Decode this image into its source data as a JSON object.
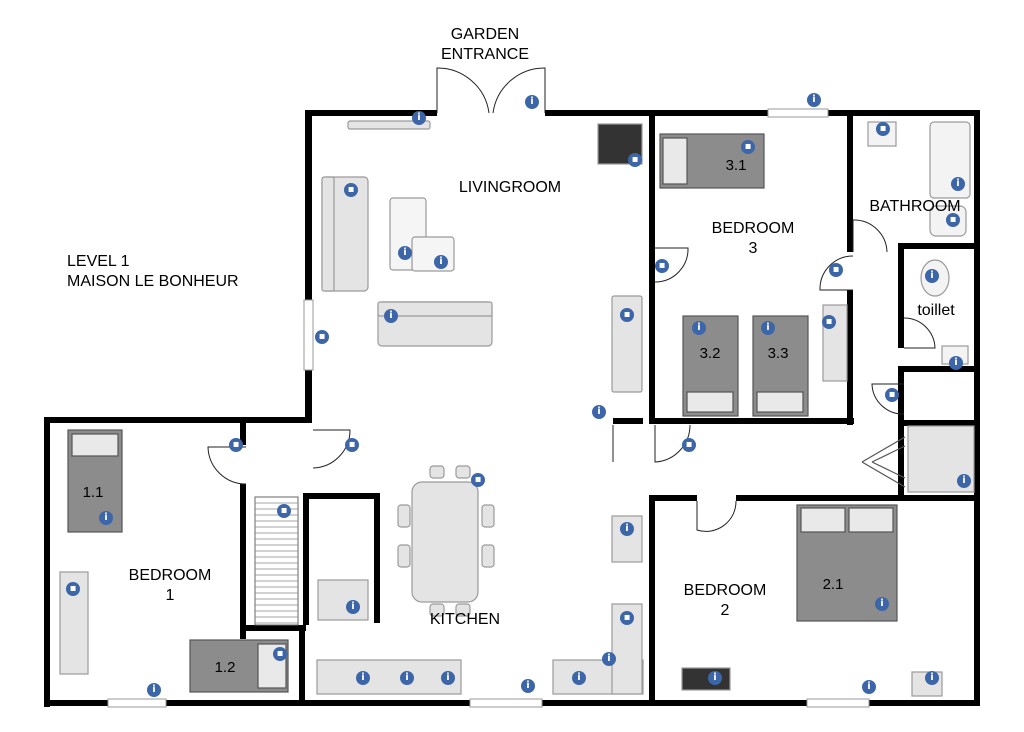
{
  "plan": {
    "level_title": "LEVEL 1",
    "property_name": "MAISON LE BONHEUR",
    "garden_entrance": [
      "GARDEN",
      "ENTRANCE"
    ],
    "rooms": {
      "livingroom": "LIVINGROOM",
      "kitchen": "KITCHEN",
      "bathroom": "BATHROOM",
      "toilet": "toillet",
      "bedroom1": [
        "BEDROOM",
        "1"
      ],
      "bedroom2": [
        "BEDROOM",
        "2"
      ],
      "bedroom3": [
        "BEDROOM",
        "3"
      ]
    },
    "beds": {
      "b11": "1.1",
      "b12": "1.2",
      "b21": "2.1",
      "b31": "3.1",
      "b32": "3.2",
      "b33": "3.3"
    }
  },
  "colors": {
    "wall": "#000000",
    "bed_fill": "#8c8c8c",
    "furniture_fill": "#e4e4e4",
    "furniture_stroke": "#9a9a9a",
    "info_icon": "#3c66a8"
  },
  "icons": [
    "info-icon",
    "camera-icon",
    "door-swing-icon",
    "stair-icon"
  ]
}
